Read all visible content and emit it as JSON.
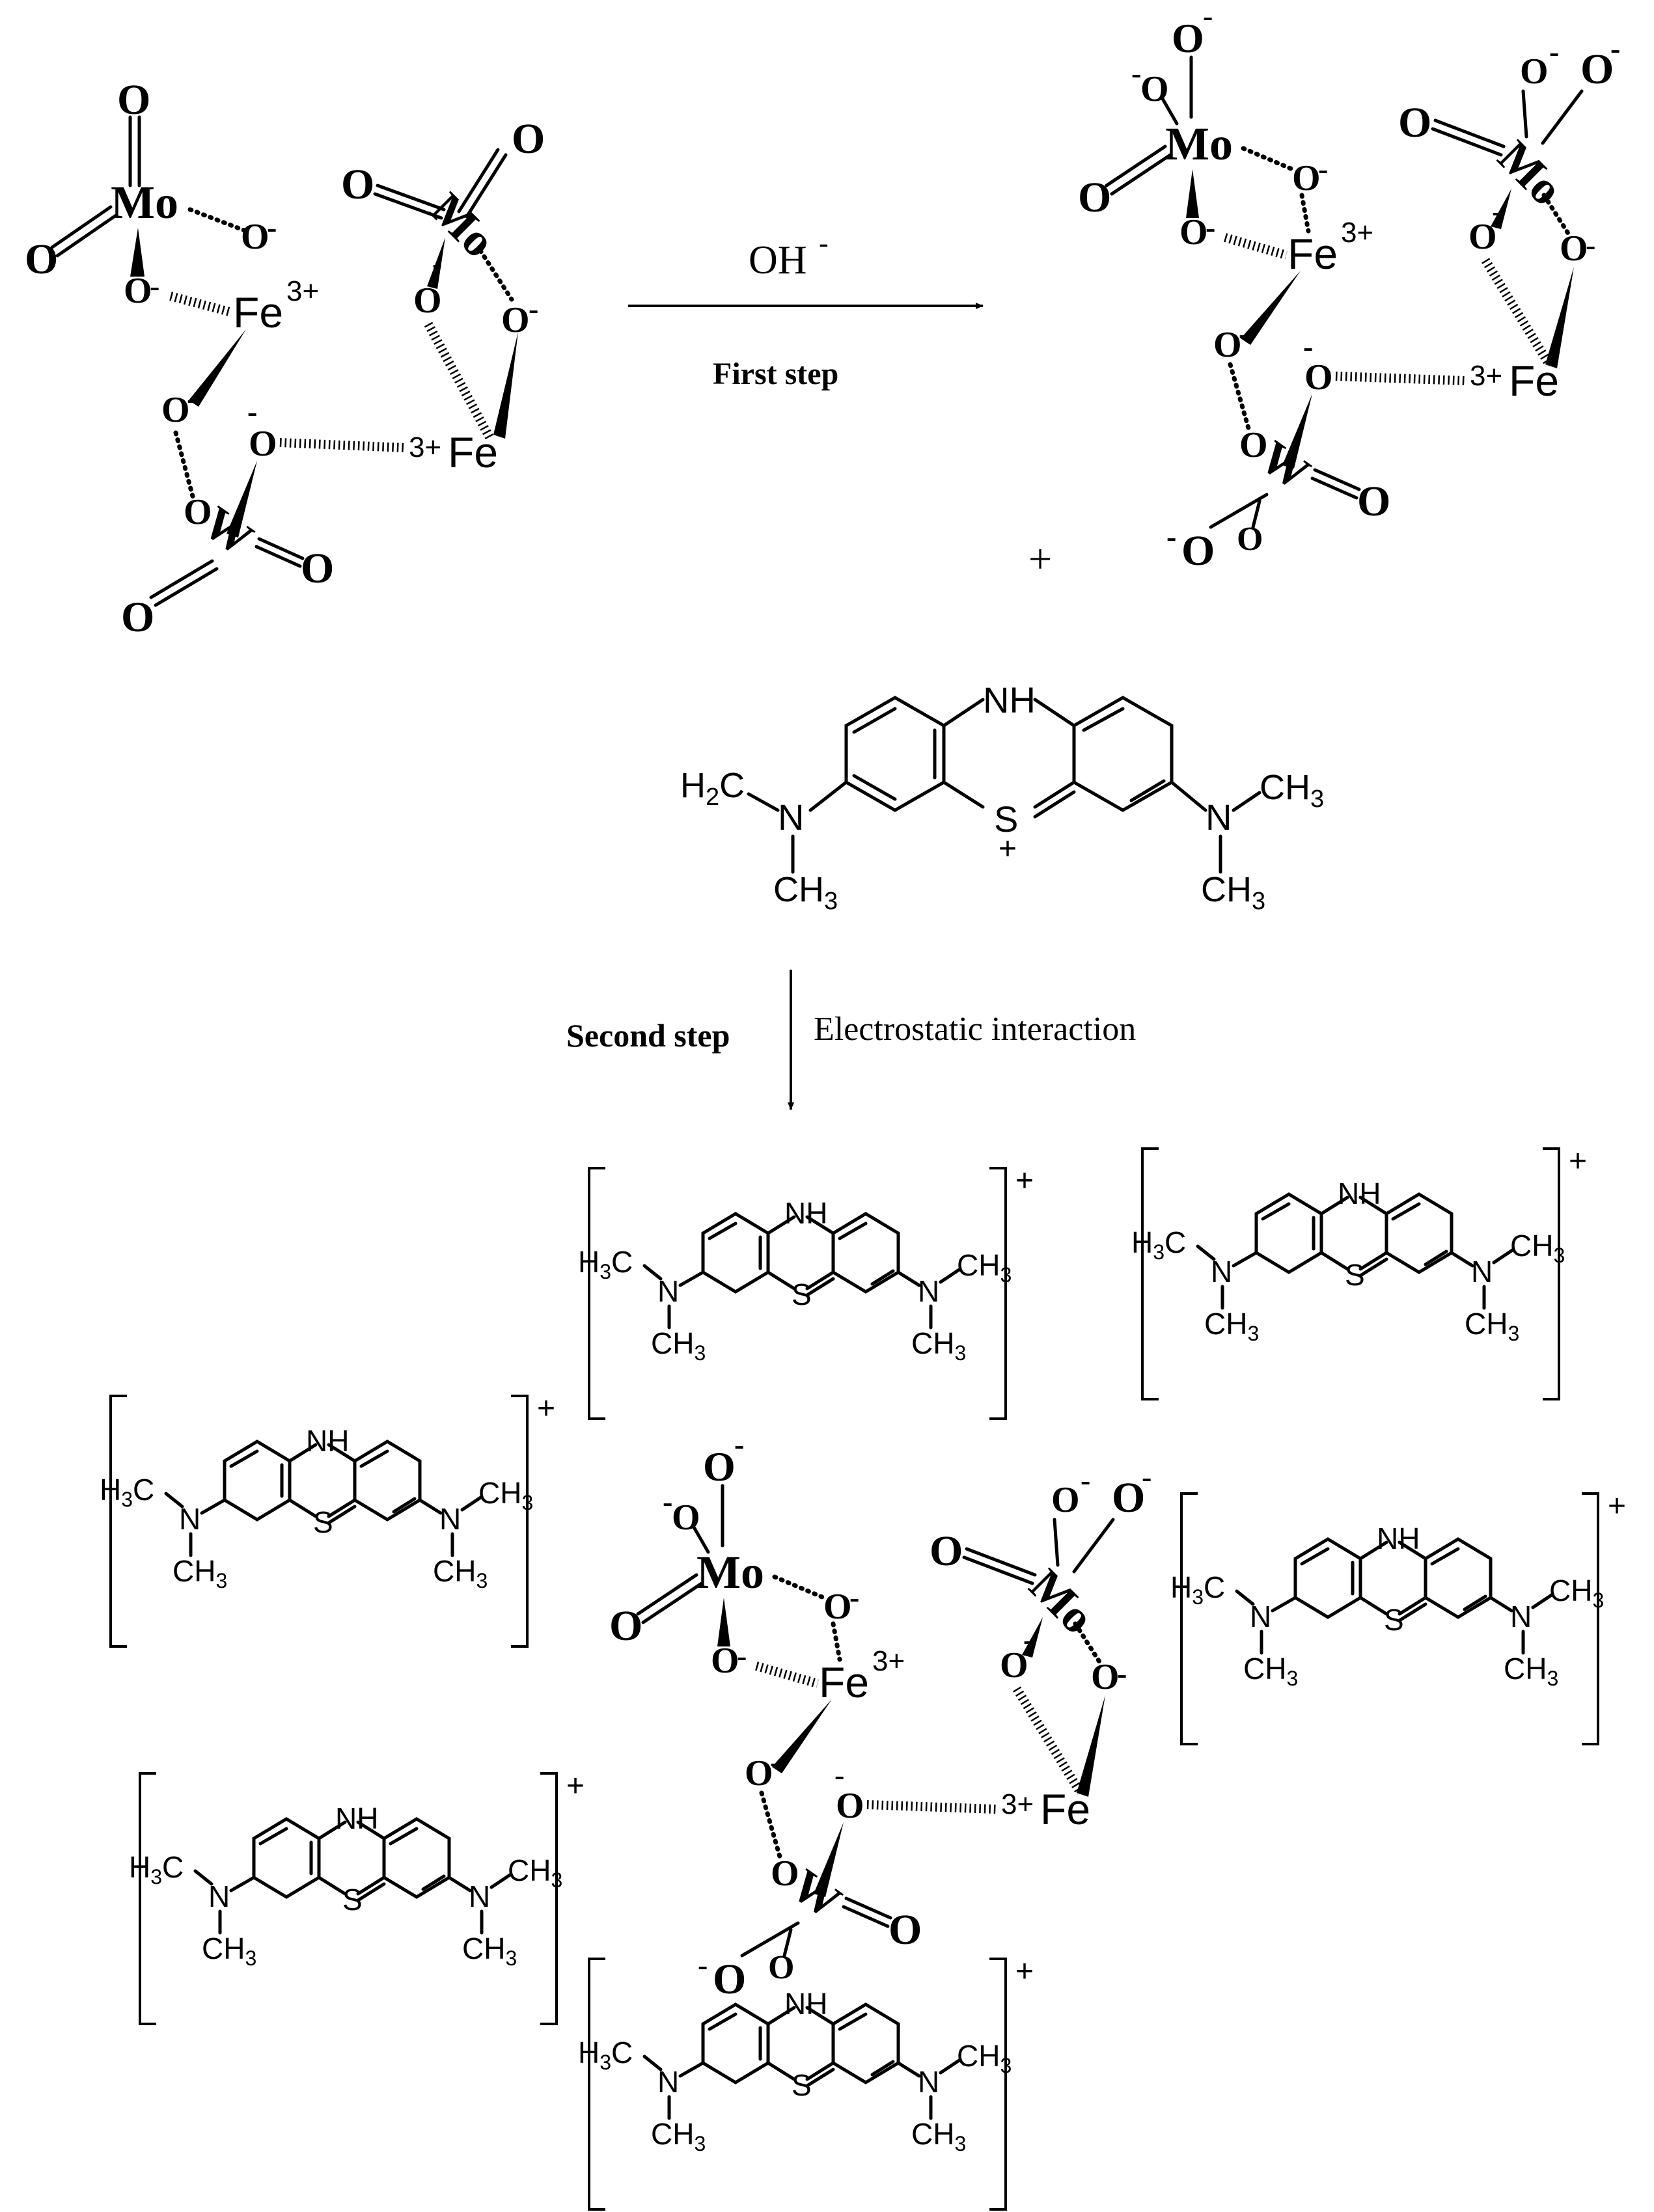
{
  "labels": {
    "reagent": "OH",
    "reagent_charge": "-",
    "first_step": "First step",
    "plus": "+",
    "second_step": "Second step",
    "interaction": "Electrostatic interaction",
    "complex_charge": "+"
  },
  "atoms": {
    "mo": "Mo",
    "o": "O",
    "o_lower": "O",
    "minus": "-",
    "fe": "Fe",
    "fe_charge": "3+",
    "w": "W",
    "nh": "NH",
    "s": "S",
    "n": "N",
    "h2c": "H2C",
    "h3c": "H3C",
    "ch3": "CH3",
    "s_charge": "+"
  }
}
